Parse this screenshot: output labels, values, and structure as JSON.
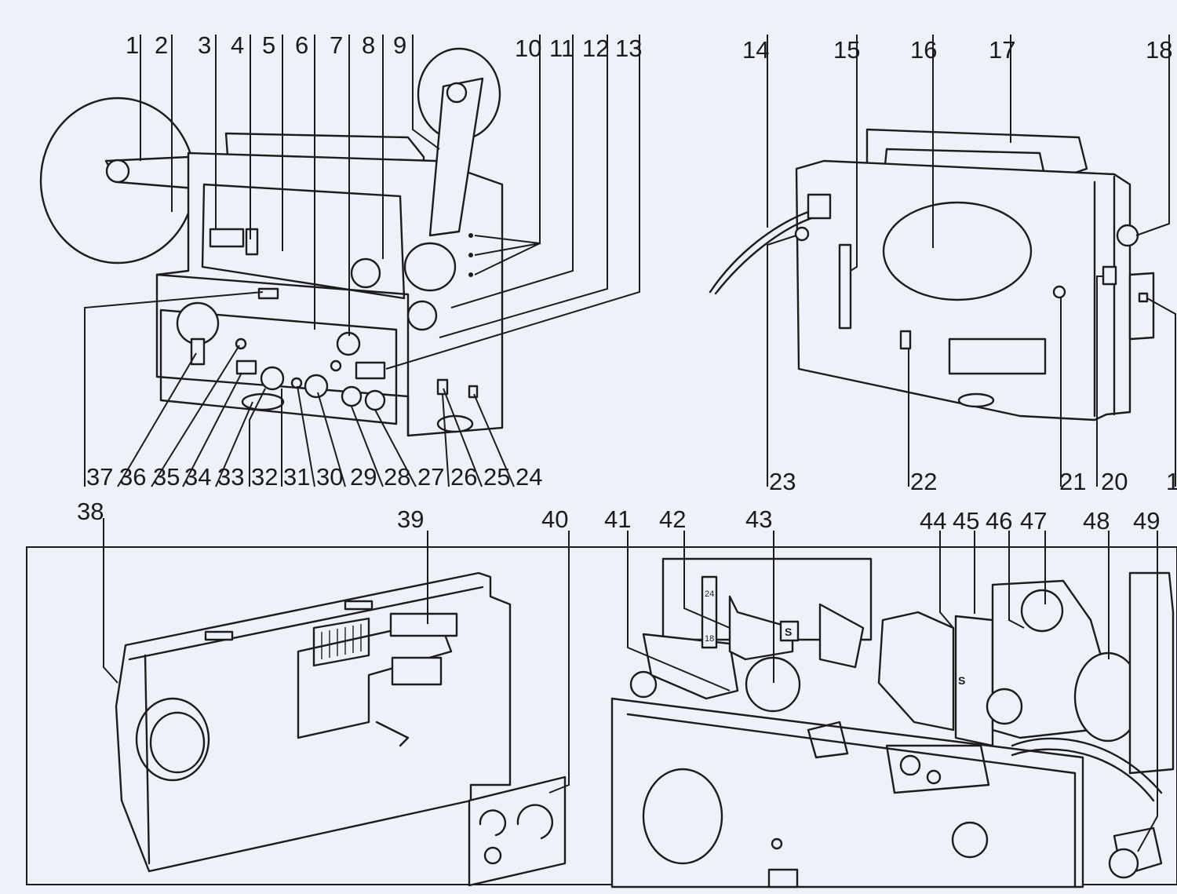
{
  "callouts_top": [
    "1",
    "2",
    "3",
    "4",
    "5",
    "6",
    "7",
    "8",
    "9",
    "10",
    "11",
    "12",
    "13",
    "14",
    "15",
    "16",
    "17",
    "18"
  ],
  "callouts_mid": [
    "37",
    "36",
    "35",
    "34",
    "33",
    "32",
    "31",
    "30",
    "29",
    "28",
    "27",
    "26",
    "25",
    "24",
    "23",
    "22",
    "21",
    "20",
    "1"
  ],
  "callouts_lower": [
    "38",
    "39",
    "40",
    "41",
    "42",
    "43",
    "44",
    "45",
    "46",
    "47",
    "48",
    "49"
  ],
  "inset_marks": {
    "gate_24": "24",
    "gate_18": "18",
    "sprocket_s": "S",
    "pad_s": "S"
  },
  "colors": {
    "paper": "#eef2f8",
    "ink": "#1c1c1c"
  }
}
